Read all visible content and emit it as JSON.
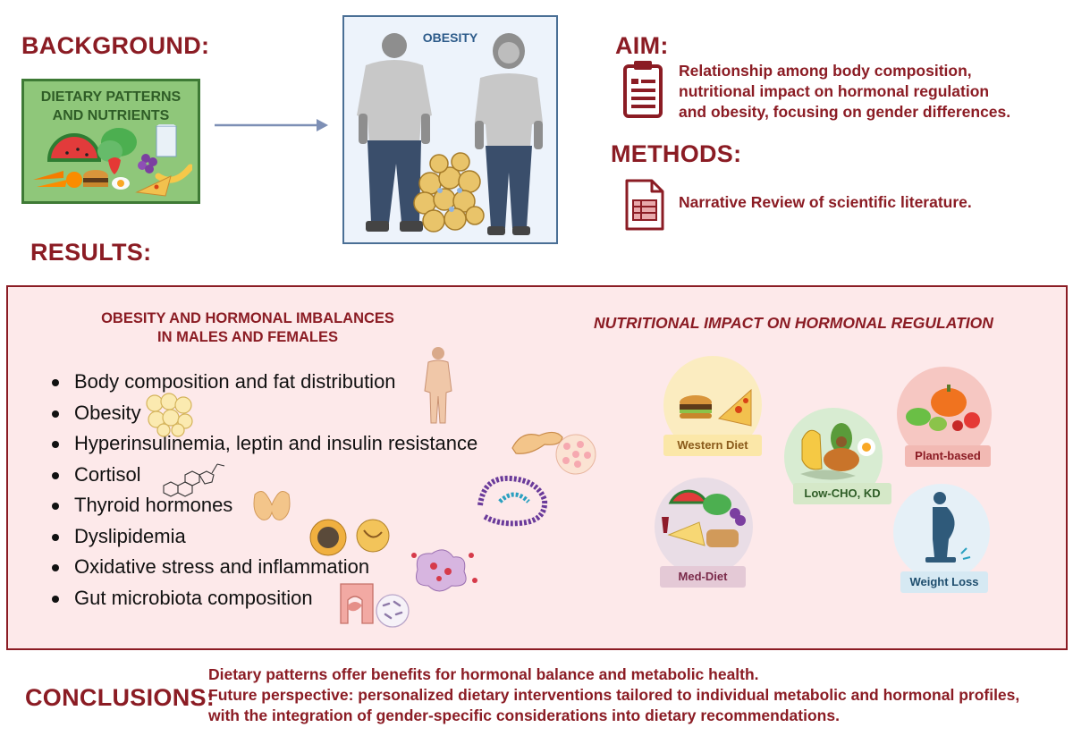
{
  "background": {
    "heading": "BACKGROUND:",
    "box_title_line1": "DIETARY PATTERNS",
    "box_title_line2": "AND NUTRIENTS"
  },
  "obesity": {
    "title": "OBESITY"
  },
  "aim": {
    "heading": "AIM:",
    "lines": [
      "Relationship among body composition,",
      "nutritional impact on hormonal regulation",
      "and obesity, focusing on gender differences."
    ]
  },
  "methods": {
    "heading": "METHODS:",
    "text": "Narrative Review of scientific literature."
  },
  "results": {
    "heading": "RESULTS:",
    "left_title_line1": "OBESITY AND HORMONAL IMBALANCES",
    "left_title_line2": "IN MALES AND FEMALES",
    "bullets": [
      "Body composition and fat distribution",
      "Obesity",
      "Hyperinsulinemia, leptin and insulin resistance",
      "Cortisol",
      "Thyroid hormones",
      "Dyslipidemia",
      "Oxidative stress and inflammation",
      "Gut microbiota composition"
    ],
    "right_title": "NUTRITIONAL IMPACT ON HORMONAL REGULATION",
    "diets": {
      "western": "Western Diet",
      "low_cho": "Low-CHO, KD",
      "plant": "Plant-based",
      "med": "Med-Diet",
      "weight_loss": "Weight Loss"
    }
  },
  "conclusions": {
    "heading": "CONCLUSIONS:",
    "lines": [
      "Dietary patterns offer benefits for hormonal balance and metabolic health.",
      "Future perspective: personalized dietary interventions tailored to individual metabolic and hormonal profiles,",
      "with the integration of gender-specific considerations into dietary recommendations."
    ]
  },
  "colors": {
    "accent": "#8b1c24",
    "results_bg": "#fde9ea",
    "background_box": "#8fc77a",
    "obesity_box": "#edf3fb"
  }
}
